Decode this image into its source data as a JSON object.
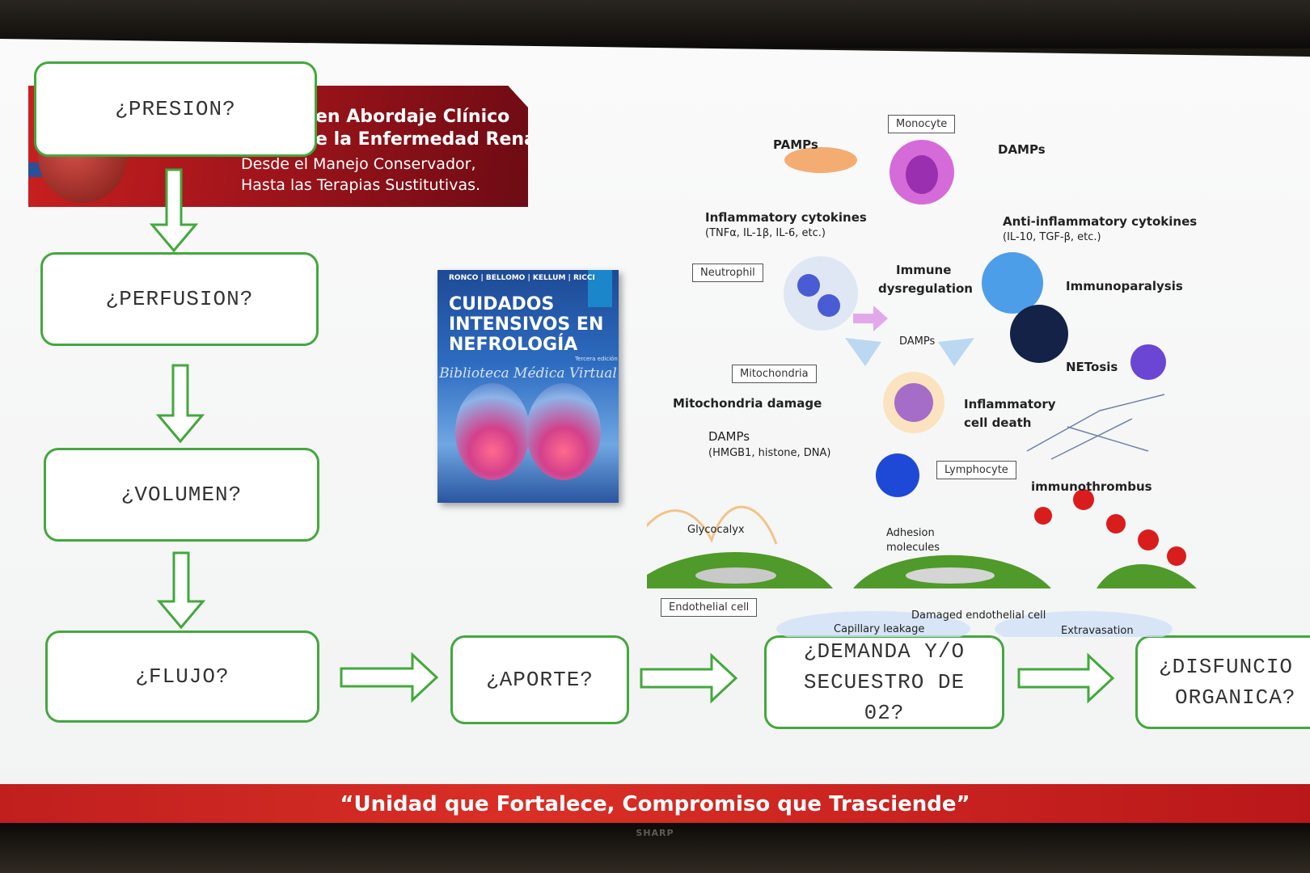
{
  "flowchart": {
    "presion": "¿PRESION?",
    "perfusion": "¿PERFUSION?",
    "volumen": "¿VOLUMEN?",
    "flujo": "¿FLUJO?",
    "aporte": "¿APORTE?",
    "demanda_l1": "¿DEMANDA Y/O",
    "demanda_l2": "SECUESTRO DE",
    "demanda_l3": "02?",
    "disfuncion_l1": "¿DISFUNCIO",
    "disfuncion_l2": "ORGANICA?"
  },
  "banner": {
    "line1": "en Abordaje Clínico",
    "line2": "e la Enfermedad Renal;",
    "line3": "Desde el Manejo Conservador,",
    "line4": "Hasta las Terapias Sustitutivas."
  },
  "book": {
    "authors": "RONCO | BELLOMO | KELLUM | RICCI",
    "title_l1": "CUIDADOS",
    "title_l2": "INTENSIVOS EN",
    "title_l3": "NEFROLOGÍA",
    "edition": "Tercera edición",
    "watermark": "Biblioteca Médica Virtual"
  },
  "diagram": {
    "monocyte": "Monocyte",
    "pamps": "PAMPs",
    "damps_top": "DAMPs",
    "inflam_cytokines": "Inflammatory cytokines",
    "inflam_cytokines_detail": "(TNFα, IL-1β, IL-6, etc.)",
    "anti_cytokines": "Anti-inflammatory cytokines",
    "anti_cytokines_detail": "(IL-10, TGF-β, etc.)",
    "neutrophil": "Neutrophil",
    "immune_l1": "Immune",
    "immune_l2": "dysregulation",
    "immunoparalysis": "Immunoparalysis",
    "damps_mid": "DAMPs",
    "netosis": "NETosis",
    "mitochondria": "Mitochondria",
    "mito_damage": "Mitochondria damage",
    "inflam_death_l1": "Inflammatory",
    "inflam_death_l2": "cell death",
    "damps_low": "DAMPs",
    "damps_low_detail": "(HMGB1, histone, DNA)",
    "lymphocyte": "Lymphocyte",
    "immunothrombus": "immunothrombus",
    "glycocalyx": "Glycocalyx",
    "adhesion_l1": "Adhesion",
    "adhesion_l2": "molecules",
    "endothelial": "Endothelial cell",
    "damaged_endothelial": "Damaged endothelial cell",
    "capillary": "Capillary leakage",
    "extravasation": "Extravasation"
  },
  "footer": {
    "slogan": "“Unidad que Fortalece, Compromiso que Trasciende”"
  },
  "tv": {
    "brand": "SHARP"
  },
  "colors": {
    "accent_green": "#43a83d",
    "banner_red": "#b81c1d",
    "footer_red": "#d92f26"
  }
}
